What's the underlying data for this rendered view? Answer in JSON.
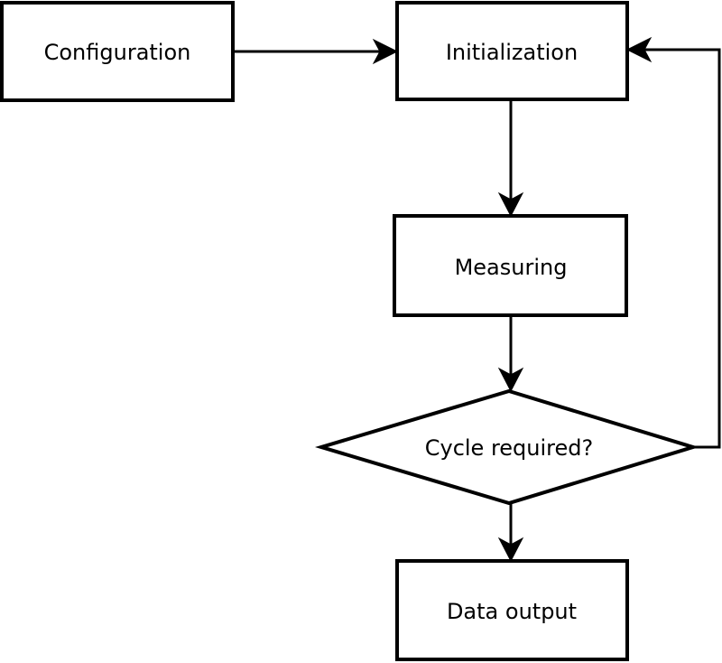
{
  "diagram": {
    "type": "flowchart",
    "background_color": "#ffffff",
    "stroke_color": "#000000",
    "node_fill_color": "#ffffff",
    "text_color": "#000000",
    "nodes": [
      {
        "id": "configuration",
        "label": "Configuration",
        "shape": "rect"
      },
      {
        "id": "initialization",
        "label": "Initialization",
        "shape": "rect"
      },
      {
        "id": "measuring",
        "label": "Measuring",
        "shape": "rect"
      },
      {
        "id": "cycle-required",
        "label": "Cycle required?",
        "shape": "diamond"
      },
      {
        "id": "data-output",
        "label": "Data output",
        "shape": "rect"
      }
    ],
    "edges": [
      {
        "from": "configuration",
        "to": "initialization",
        "kind": "straight"
      },
      {
        "from": "initialization",
        "to": "measuring",
        "kind": "straight"
      },
      {
        "from": "measuring",
        "to": "cycle-required",
        "kind": "straight"
      },
      {
        "from": "cycle-required",
        "to": "data-output",
        "kind": "straight"
      },
      {
        "from": "cycle-required",
        "to": "initialization",
        "kind": "feedback-loop"
      }
    ]
  }
}
